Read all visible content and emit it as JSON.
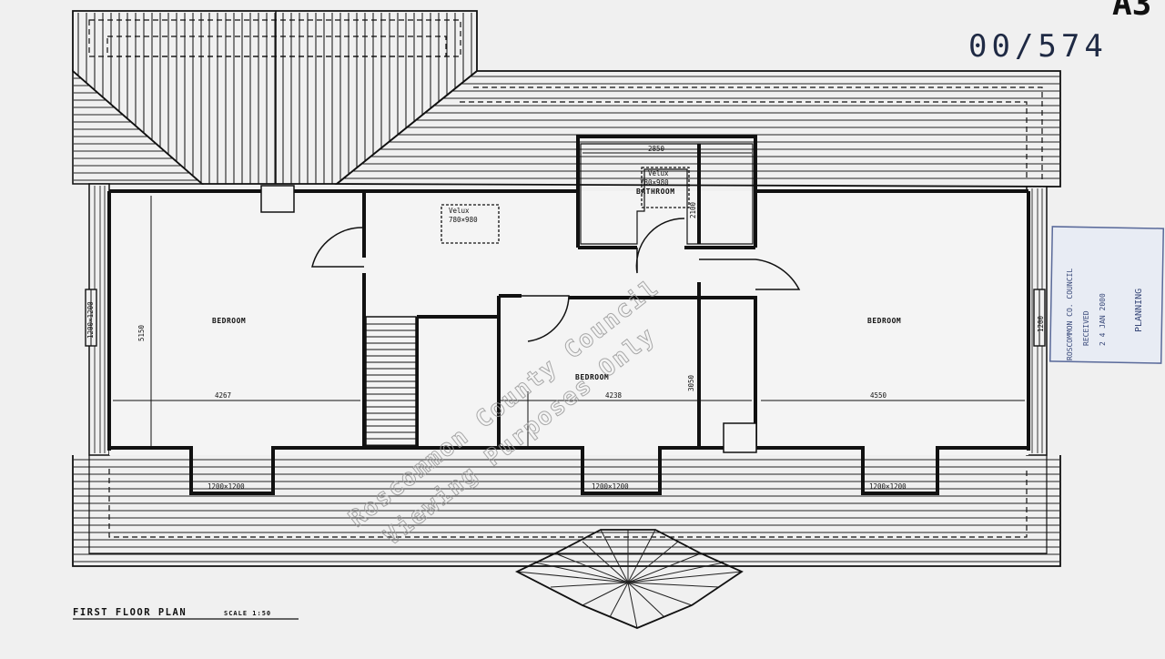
{
  "sheet": {
    "ref_number": "00/574",
    "sheet_code": "A3"
  },
  "plan": {
    "title": "FIRST  FLOOR  PLAN",
    "scale_label": "SCALE   1:50",
    "rooms": {
      "bedroom_left": "BEDROOM",
      "bedroom_middle": "BEDROOM",
      "bedroom_right": "BEDROOM",
      "bathroom": "BATHROOM"
    },
    "velux_landing": {
      "label": "Velux",
      "size": "780×980"
    },
    "velux_bath": {
      "label": "Velux",
      "size": "780×980"
    },
    "dimensions": {
      "bedroom_left_width": "4267",
      "bedroom_left_depth": "5150",
      "bedroom_middle_width": "4238",
      "bedroom_middle_depth": "3050",
      "bedroom_right_width": "4550",
      "bathroom_width": "2850",
      "bathroom_depth": "2100",
      "gable_window_left": "1200×1200",
      "gable_window_right": "1200",
      "dormer_1": "1200×1200",
      "dormer_2": "1200×1200",
      "dormer_3": "1200×1200"
    }
  },
  "stamp": {
    "lines": [
      "ROSCOMMON CO. COUNCIL",
      "RECEIVED",
      "2 4 JAN 2000",
      "PLANNING"
    ]
  },
  "watermark": {
    "line1": "Roscommon County Council",
    "line2": "Viewing Purposes Only"
  }
}
